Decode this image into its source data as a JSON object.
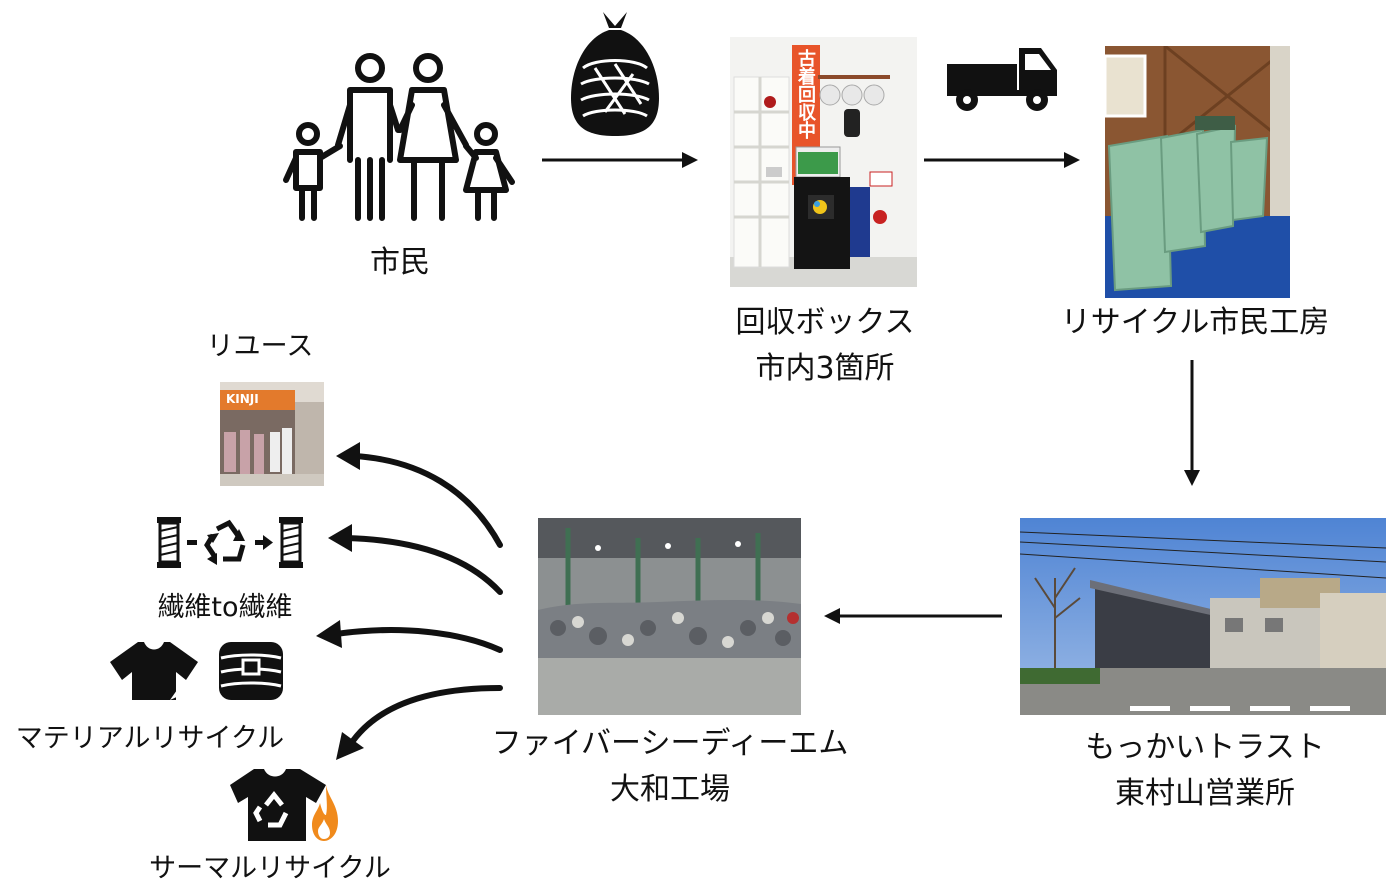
{
  "nodes": {
    "citizens": {
      "label": "市民"
    },
    "collection_box": {
      "line1": "回収ボックス",
      "line2": "市内3箇所",
      "sign_text": "古着回収中"
    },
    "workshop": {
      "label": "リサイクル市民工房"
    },
    "mokkai": {
      "line1": "もっかいトラスト",
      "line2": "東村山営業所"
    },
    "fiber": {
      "line1": "ファイバーシーディーエム",
      "line2": "大和工場"
    }
  },
  "outputs": {
    "reuse": {
      "label": "リユース",
      "store_sign": "KINJI"
    },
    "fiber_to_fiber": {
      "label": "繊維to繊維"
    },
    "material": {
      "label": "マテリアルリサイクル"
    },
    "thermal": {
      "label": "サーマルリサイクル"
    }
  },
  "colors": {
    "ink": "#111111",
    "flame": "#f08a1c",
    "sign_orange": "#e8542a",
    "tarp_blue": "#1f4fa8",
    "sky_blue": "#5f8fd6"
  }
}
